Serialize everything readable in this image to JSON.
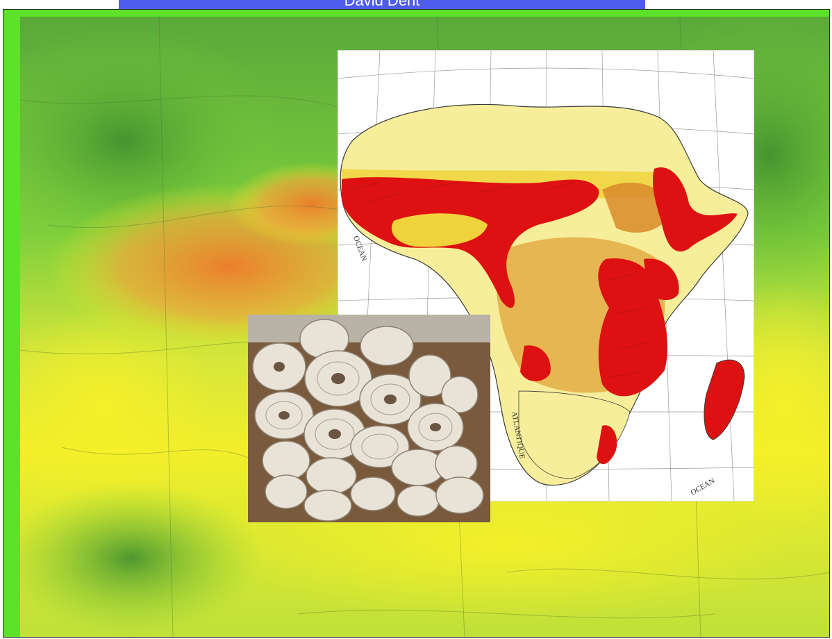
{
  "slide": {
    "title": "David Dent"
  },
  "images": {
    "background": {
      "name": "shaded-relief-map",
      "palette": [
        "#3f9a33",
        "#7fcf3c",
        "#c9e43a",
        "#f2ef2a",
        "#f08a2b"
      ]
    },
    "africa_map": {
      "name": "historical-map-of-africa",
      "ocean_lettering_left": "OCEAN",
      "ocean_lettering_atlantique": "ATLANTIQUE",
      "ocean_lettering_right": "OCEAN",
      "palette": [
        "#ffffff",
        "#f6ee9a",
        "#f0d23c",
        "#d98a2a",
        "#dd1111"
      ]
    },
    "rolls_photo": {
      "name": "photo-of-rolled-maps",
      "palette": [
        "#8a6a4a",
        "#e9e2d6",
        "#c9bfae"
      ]
    }
  },
  "colors": {
    "title_bar": "#4e5cf0",
    "frame": "#5de22a"
  }
}
